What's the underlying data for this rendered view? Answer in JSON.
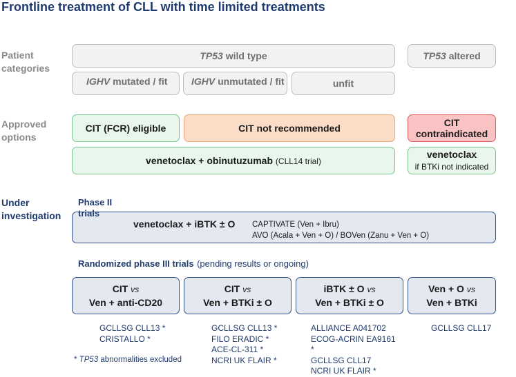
{
  "title": "Frontline treatment of CLL with time limited treatments",
  "rows": {
    "patient_categories": "Patient categories",
    "approved_options": "Approved options",
    "under_investigation": "Under investigation"
  },
  "patient_categories": {
    "tp53_wild_type": {
      "gene": "TP53",
      "rest": " wild type"
    },
    "tp53_altered": {
      "gene": "TP53",
      "rest": " altered"
    },
    "ighv_mutated": {
      "gene": "IGHV",
      "rest": " mutated / fit"
    },
    "ighv_unmutated": {
      "gene": "IGHV",
      "rest": " unmutated / fit"
    },
    "unfit": "unfit"
  },
  "approved": {
    "cit_fcr_eligible": "CIT (FCR) eligible",
    "cit_not_recommended": "CIT not recommended",
    "cit_contraindicated": "CIT contraindicated",
    "ven_obi": "venetoclax + obinutuzumab",
    "ven_obi_trial": "(CLL14 trial)",
    "venetoclax": "venetoclax",
    "venetoclax_note": "if BTKi not indicated"
  },
  "phase2": {
    "heading": "Phase II trials",
    "regimen": "venetoclax + iBTK ± O",
    "trials": [
      "CAPTIVATE (Ven + Ibru)",
      "AVO (Acala + Ven + O) / BOVen (Zanu + Ven + O)"
    ]
  },
  "phase3": {
    "heading": "Randomized phase III trials",
    "heading_note": "(pending results or ongoing)",
    "vs": "vs",
    "comparisons": [
      {
        "left": "CIT",
        "right": "Ven + anti-CD20",
        "trials": [
          "GCLLSG CLL13 *",
          "CRISTALLO *"
        ]
      },
      {
        "left": "CIT",
        "right": "Ven + BTKi ± O",
        "trials": [
          "GCLLSG CLL13 *",
          "FILO ERADIC *",
          "ACE-CL-311 *",
          "NCRI UK FLAIR *"
        ]
      },
      {
        "left": "iBTK ± O",
        "right": "Ven + BTKi ± O",
        "trials": [
          "ALLIANCE A041702",
          "ECOG-ACRIN EA9161",
          "*",
          "GCLLSG CLL17",
          "NCRI UK FLAIR *"
        ]
      },
      {
        "left": "Ven + O",
        "right": "Ven + BTKi",
        "trials": [
          "GCLLSG CLL17"
        ]
      }
    ]
  },
  "footnote": {
    "star": "* ",
    "gene": "TP53",
    "rest": " abnormalities excluded"
  }
}
